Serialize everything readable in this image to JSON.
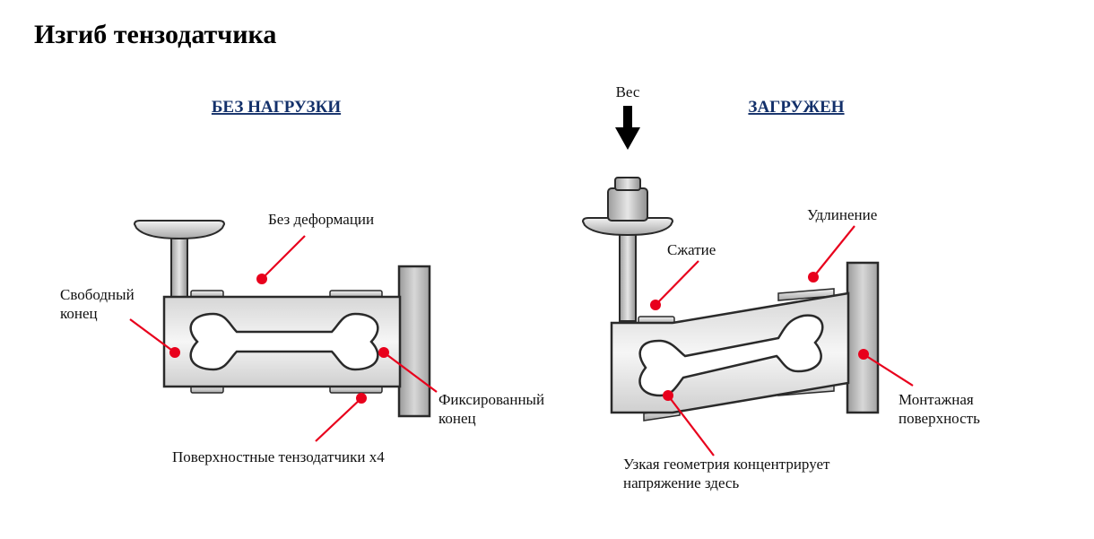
{
  "title": "Изгиб тензодатчика",
  "panels": {
    "unloaded": {
      "heading": "БЕЗ НАГРУЗКИ",
      "labels": {
        "no_deformation": "Без деформации",
        "free_end": [
          "Свободный",
          "конец"
        ],
        "fixed_end": [
          "Фиксированный",
          "конец"
        ],
        "surface_gauges": "Поверхностные тензодатчики x4"
      }
    },
    "loaded": {
      "heading": "ЗАГРУЖЕН",
      "labels": {
        "weight": "Вес",
        "compression": "Сжатие",
        "elongation": "Удлинение",
        "mounting_surface": [
          "Монтажная",
          "поверхность"
        ],
        "narrow_geometry": [
          "Узкая геометрия концентрирует",
          "напряжение здесь"
        ]
      }
    }
  },
  "colors": {
    "marker": "#e8001c",
    "heading": "#13306a",
    "metal_light": "#eeeeee",
    "metal_dark": "#9a9a9a",
    "outline": "#2a2a2a"
  }
}
